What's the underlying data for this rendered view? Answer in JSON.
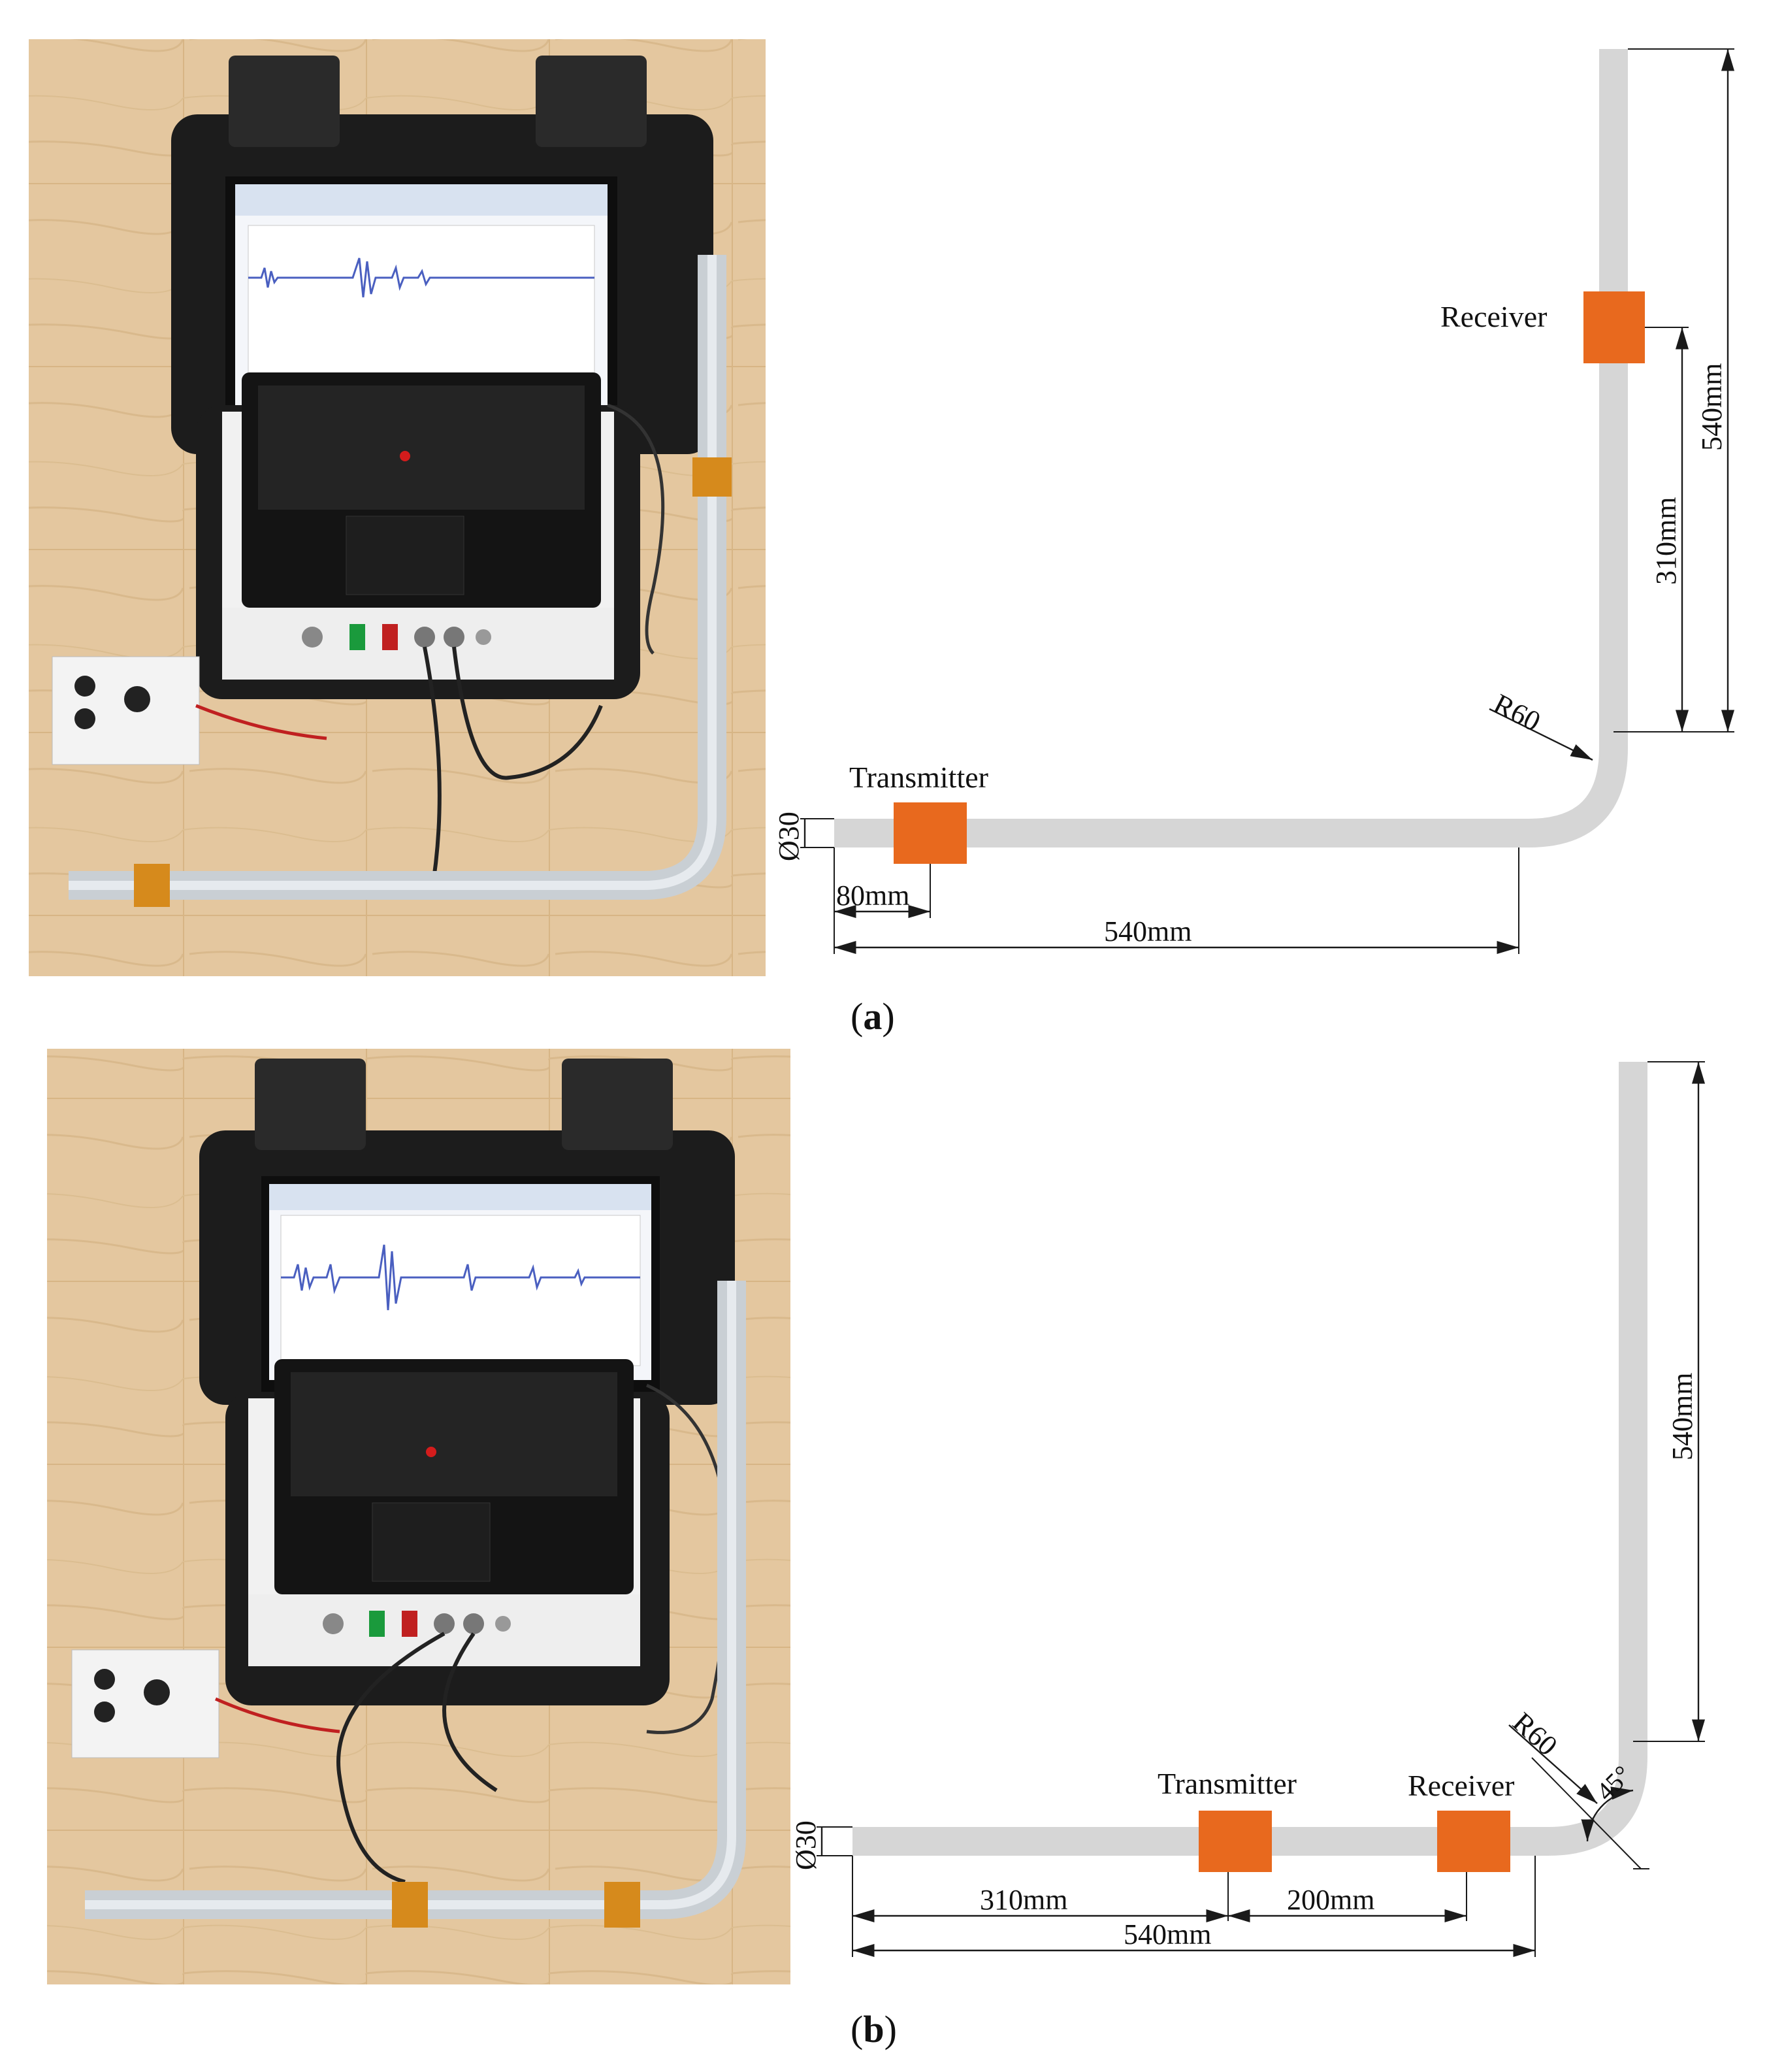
{
  "panels": [
    {
      "id": "a",
      "caption_letter": "a",
      "labels": {
        "receiver": "Receiver",
        "transmitter": "Transmitter",
        "diameter": "Ø30",
        "radius": "R60",
        "dim_80": "80mm",
        "dim_540_h": "540mm",
        "dim_310_v": "310mm",
        "dim_540_v": "540mm"
      }
    },
    {
      "id": "b",
      "caption_letter": "b",
      "labels": {
        "receiver": "Receiver",
        "transmitter": "Transmitter",
        "diameter": "Ø30",
        "radius": "R60",
        "angle": "45°",
        "dim_310": "310mm",
        "dim_200": "200mm",
        "dim_540_h": "540mm",
        "dim_540_v": "540mm"
      }
    }
  ],
  "colors": {
    "pipe": "#d6d6d6",
    "sensor": "#e8691e",
    "case": "#1c1c1c",
    "table": "#e2c49a",
    "waveform": "#4a5fc0"
  }
}
